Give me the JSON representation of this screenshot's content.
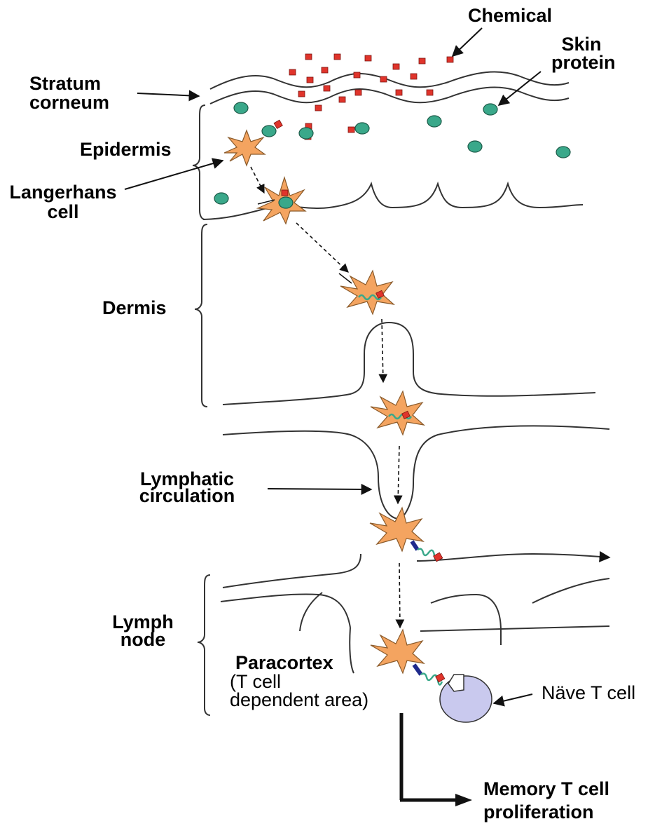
{
  "labels": {
    "chemical": "Chemical",
    "skin_protein_line1": "Skin",
    "skin_protein_line2": "protein",
    "stratum_line1": "Stratum",
    "stratum_line2": "corneum",
    "epidermis": "Epidermis",
    "langerhans_line1": "Langerhans",
    "langerhans_line2": "cell",
    "dermis": "Dermis",
    "lymphatic_line1": "Lymphatic",
    "lymphatic_line2": "circulation",
    "lymph_node_line1": "Lymph",
    "lymph_node_line2": "node",
    "paracortex": "Paracortex",
    "paracortex_sub1": "(T cell",
    "paracortex_sub2": "dependent area)",
    "naive_t_cell": "Näve T cell",
    "memory_line1": "Memory T cell",
    "memory_line2": "proliferation"
  },
  "colors": {
    "langerhans_cell": "#f4a460",
    "skin_protein": "#3aa88a",
    "chemical": "#e0342b",
    "naive_t_cell": "#c9c9ee",
    "receptor": "#1f2a8c",
    "line": "#333333"
  }
}
